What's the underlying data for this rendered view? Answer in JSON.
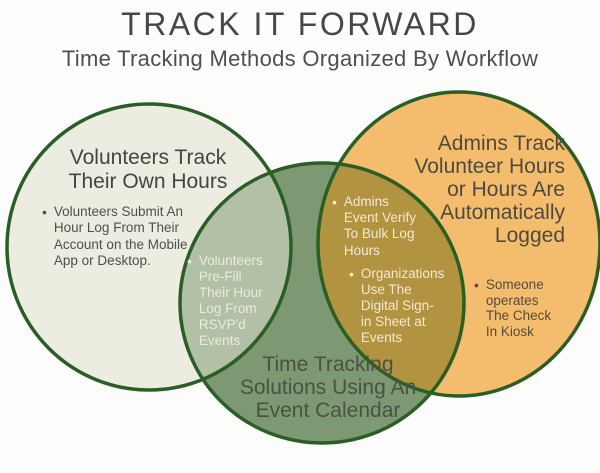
{
  "header": {
    "title": "TRACK IT FORWARD",
    "subtitle": "Time Tracking Methods Organized By Workflow"
  },
  "colors": {
    "background": "#fdfdfc",
    "left_circle_fill": "#ececE1",
    "green_circle_fill": "#7d9973",
    "orange_circle_fill": "#f4bd6d",
    "left_green_overlap_fill": "#b2c1a6",
    "green_orange_overlap_fill": "#b19340",
    "circle_border": "#2a5e24",
    "title_text": "#474747",
    "dark_text": "#4f4f4f",
    "green_heading_text": "#4a5240",
    "orange_heading_text": "#504a3e",
    "light_text_on_overlap": "#f1ead6"
  },
  "diagram": {
    "bullet_glyph": "•",
    "left_circle": {
      "heading": "Volunteers Track\nTheir Own Hours",
      "bullet": "Volunteers Submit An\nHour Log From Their\nAccount on the Mobile\nApp or Desktop."
    },
    "green_circle": {
      "heading": "Time Tracking\nSolutions Using An\nEvent Calendar"
    },
    "orange_circle": {
      "heading": "Admins Track\nVolunteer Hours\nor Hours Are\nAutomatically\nLogged",
      "bullet": "Someone\noperates\nThe Check\nIn Kiosk"
    },
    "left_green_overlap": {
      "bullet": "Volunteers\nPre-Fill\nTheir Hour\nLog From\nRSVP'd\nEvents"
    },
    "green_orange_overlap": {
      "bullet_1": "Admins\nEvent Verify\nTo Bulk Log\nHours",
      "bullet_2": "Organizations\nUse The\nDigital Sign-\nin Sheet at\nEvents"
    }
  }
}
